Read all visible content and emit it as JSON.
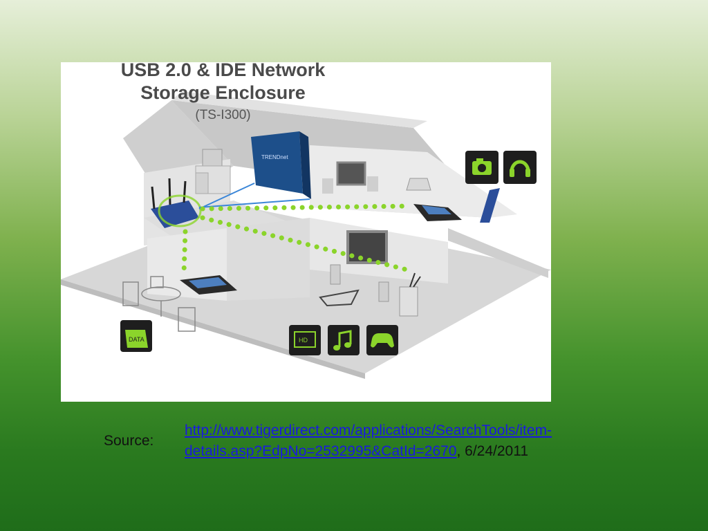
{
  "figure": {
    "title_line1": "USB 2.0 & IDE Network",
    "title_line2": "Storage Enclosure",
    "title_line3": "(TS-I300)",
    "device_brand": "TRENDnet",
    "icons": {
      "camera": "camera-icon",
      "headphones": "headphones-icon",
      "data": "data-folder-icon",
      "hd": "hd-icon",
      "music": "music-note-icon",
      "gamepad": "gamepad-icon"
    },
    "icon_labels": {
      "data": "DATA",
      "hd": "HD"
    },
    "colors": {
      "link_dots": "#8bd42b",
      "icon_bg": "#1e1e1e",
      "icon_fg": "#8bd42b",
      "house": "#dcdcdc"
    }
  },
  "caption": {
    "label": "Source:",
    "link_line1": "http://www.tigerdirect.com/applications/SearchTools/item-",
    "link_line2": "details.asp?EdpNo=2532995&CatId=2670",
    "date_suffix": ", 6/24/2011"
  }
}
